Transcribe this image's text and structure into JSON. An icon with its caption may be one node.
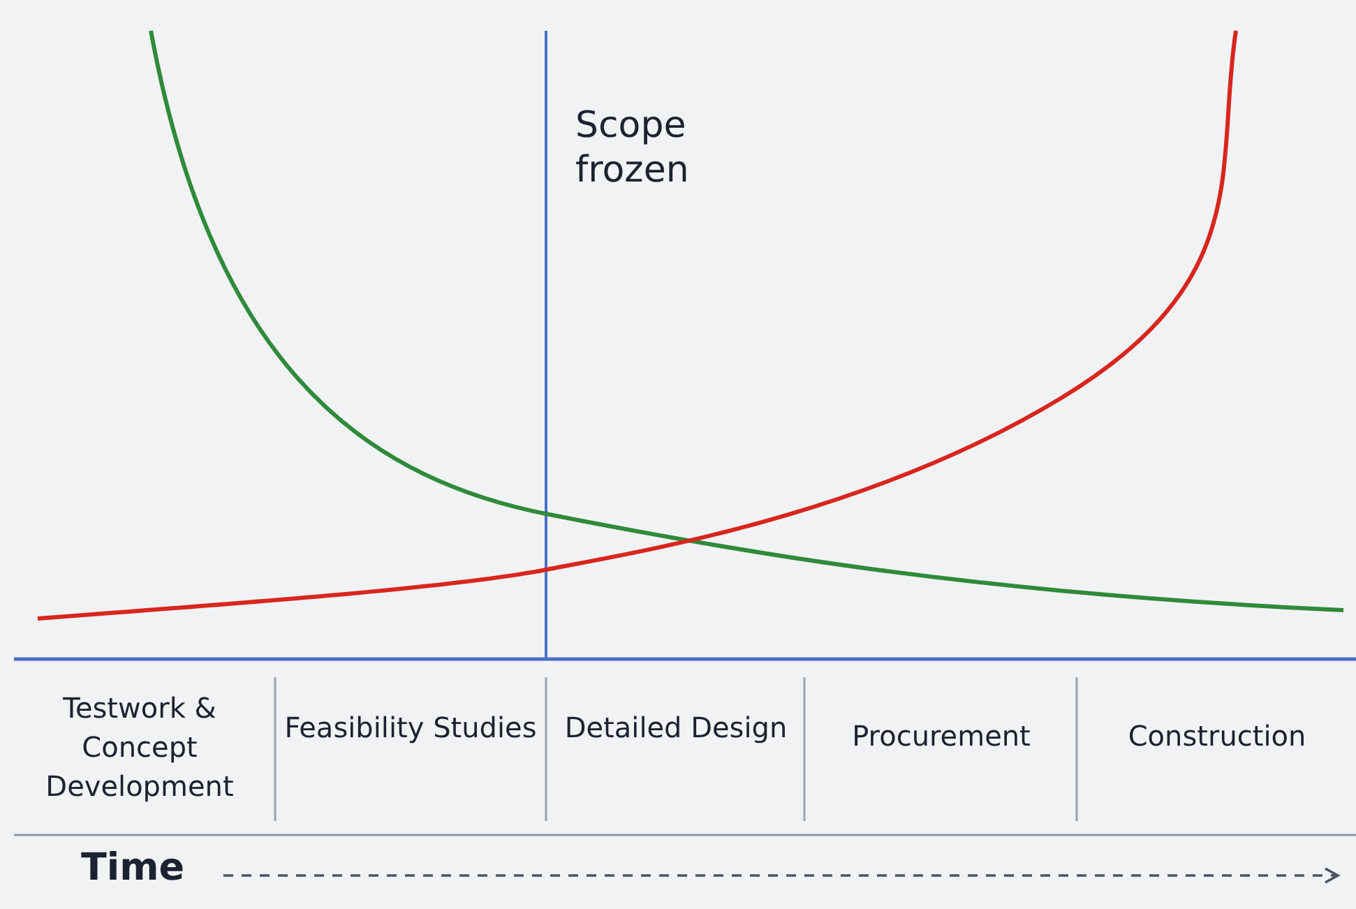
{
  "diagram": {
    "labels": [
      "Scope frozen",
      "Testwork & Concept Development",
      "Feasibility Studies",
      "Detailed Design",
      "Procurement",
      "Construction",
      "Time"
    ]
  }
}
